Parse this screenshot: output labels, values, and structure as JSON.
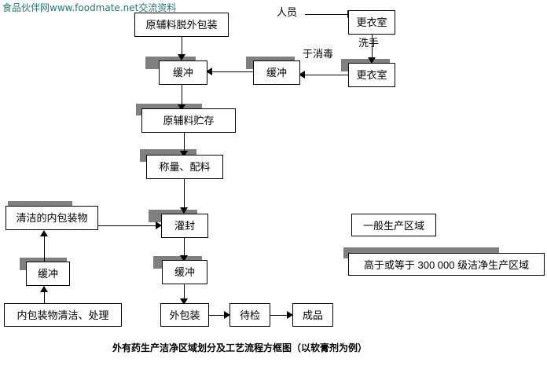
{
  "watermark": {
    "text": "食品伙伴网www.foodmate.net交流资料",
    "color": "#1f7a7a"
  },
  "colors": {
    "clean_zone_shadow": "#808080",
    "stroke": "#000000",
    "background": "#ffffff"
  },
  "nodes": {
    "raw_unpack": {
      "label": "原辅料脱外包装",
      "clean_zone": false
    },
    "buffer_material": {
      "label": "缓冲",
      "clean_zone": true
    },
    "buffer_person_mid": {
      "label": "缓冲",
      "clean_zone": true
    },
    "locker_room_1": {
      "label": "更衣室",
      "clean_zone": false
    },
    "locker_room_2": {
      "label": "更衣室",
      "clean_zone": true
    },
    "raw_storage": {
      "label": "原辅料贮存",
      "clean_zone": true
    },
    "weigh_batch": {
      "label": "称量、配料",
      "clean_zone": true
    },
    "filling_sealing": {
      "label": "灌封",
      "clean_zone": true
    },
    "clean_inner_pack": {
      "label": "清洁的内包装物",
      "clean_zone": true
    },
    "buffer_inner_pack": {
      "label": "缓冲",
      "clean_zone": true
    },
    "inner_pack_clean_process": {
      "label": "内包装物清洁、处理",
      "clean_zone": false
    },
    "buffer_out": {
      "label": "缓冲",
      "clean_zone": true
    },
    "outer_pack": {
      "label": "外包装",
      "clean_zone": false
    },
    "pending_inspection": {
      "label": "待检",
      "clean_zone": false
    },
    "finished_product": {
      "label": "成品",
      "clean_zone": false
    }
  },
  "edge_labels": {
    "personnel": "人员",
    "wash_hands": "洗手",
    "disinfect": "于消毒"
  },
  "legend": {
    "general_area": "一般生产区域",
    "clean_area": "高于或等于 300 000 级洁净生产区域"
  },
  "caption": {
    "text": "外有药生产洁净区域划分及工艺流程方框图（以软膏剂为例）"
  }
}
